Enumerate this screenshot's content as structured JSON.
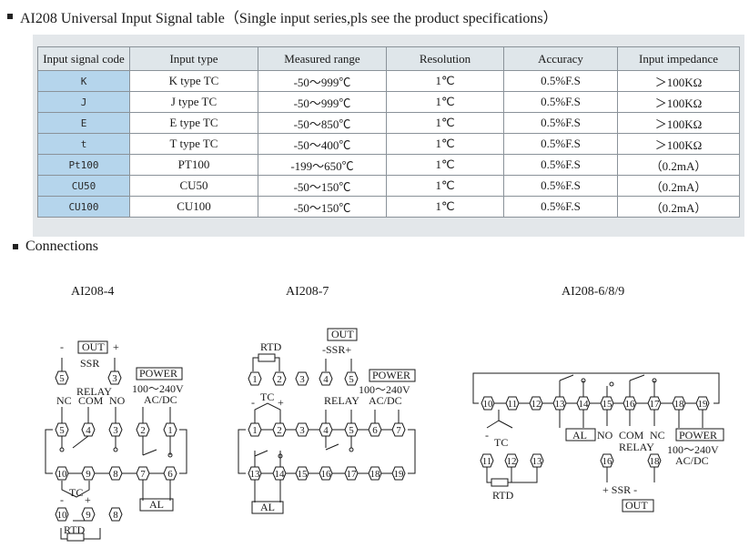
{
  "table_heading": "AI208 Universal Input Signal table（Single input series,pls see the product specifications）",
  "connections_heading": "Connections",
  "table": {
    "columns": [
      "Input signal code",
      "Input type",
      "Measured range",
      "Resolution",
      "Accuracy",
      "Input impedance"
    ],
    "rows": [
      [
        "K",
        "K type TC",
        "-50～999℃",
        "1℃",
        "0.5%F.S",
        "＞100KΩ"
      ],
      [
        "J",
        "J type TC",
        "-50～999℃",
        "1℃",
        "0.5%F.S",
        "＞100KΩ"
      ],
      [
        "E",
        "E type TC",
        "-50～850℃",
        "1℃",
        "0.5%F.S",
        "＞100KΩ"
      ],
      [
        "t",
        "T type TC",
        "-50～400℃",
        "1℃",
        "0.5%F.S",
        "＞100KΩ"
      ],
      [
        "Pt100",
        "PT100",
        "-199～650℃",
        "1℃",
        "0.5%F.S",
        "（0.2mA）"
      ],
      [
        "CU50",
        "CU50",
        "-50～150℃",
        "1℃",
        "0.5%F.S",
        "（0.2mA）"
      ],
      [
        "CU100",
        "CU100",
        "-50～150℃",
        "1℃",
        "0.5%F.S",
        "（0.2mA）"
      ]
    ]
  },
  "diagrams": {
    "d1": {
      "title": "AI208-4",
      "out": "OUT",
      "ssr": "SSR",
      "power": "POWER",
      "voltage": "100～240V",
      "acdc": "AC/DC",
      "nc": "NC",
      "relay": "RELAY",
      "com": "COM",
      "no": "NO",
      "tc": "TC",
      "al": "AL",
      "rtd": "RTD",
      "minus": "-",
      "plus": "+"
    },
    "d2": {
      "title": "AI208-7",
      "out": "OUT",
      "ssr": "-SSR+",
      "rtd": "RTD",
      "tc": "TC",
      "relay": "RELAY",
      "power": "POWER",
      "voltage": "100～240V",
      "acdc": "AC/DC",
      "al": "AL",
      "minus": "-",
      "plus": "+"
    },
    "d3": {
      "title": "AI208-6/8/9",
      "tc": "TC",
      "al": "AL",
      "no": "NO",
      "com": "COM",
      "nc": "NC",
      "relay": "RELAY",
      "power": "POWER",
      "voltage": "100～240V",
      "acdc": "AC/DC",
      "rtd": "RTD",
      "ssr": "+  SSR  -",
      "out": "OUT",
      "minus": "-"
    }
  },
  "terminals": {
    "d1": [
      "5",
      "3",
      "5",
      "4",
      "3",
      "2",
      "1",
      "10",
      "9",
      "8",
      "7",
      "6",
      "10",
      "9",
      "8"
    ],
    "d2": [
      "1",
      "2",
      "3",
      "4",
      "5",
      "1",
      "2",
      "3",
      "4",
      "5",
      "6",
      "7",
      "13",
      "14",
      "15",
      "16",
      "17",
      "18",
      "19"
    ],
    "d3": [
      "10",
      "11",
      "12",
      "13",
      "14",
      "15",
      "16",
      "17",
      "18",
      "19",
      "11",
      "12",
      "13",
      "16",
      "18"
    ]
  }
}
